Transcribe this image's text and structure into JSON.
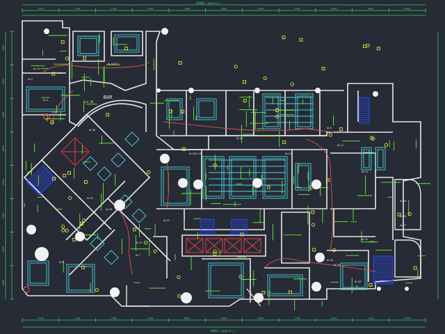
{
  "drawing": {
    "colors": {
      "background": "#262b35",
      "wall": "#e8e8e8",
      "dimension": "#2fd06a",
      "fixture_cyan": "#4fd6e0",
      "fixture_green": "#6af03a",
      "fixture_yellow": "#f0e040",
      "circuit_red": "#e85050",
      "hvac_blue": "#2a45e8",
      "hatch_red": "#c83a3a",
      "circle_white": "#f2f2f2"
    },
    "top_total": "40000 (approx.)",
    "bottom_total": "30000 (approx.)",
    "top_dims": [
      "4500",
      "5700",
      "1200",
      "6000",
      "7000",
      "3000",
      "5000",
      "3000",
      "4900",
      "3000",
      "4800"
    ],
    "bottom_dims": [
      "4200",
      "2100",
      "7000",
      "4300",
      "8000",
      "6000",
      "3000",
      "3700",
      "3500",
      "1700",
      "4700"
    ],
    "left_dims": [
      "3000",
      "3000",
      "3500",
      "3000",
      "6000",
      "4500",
      "4000",
      "5600"
    ],
    "room_labels": {
      "bar": "BAR",
      "bar_note": "3×4 AB"
    },
    "panel_tags": [
      "AL3",
      "AL4/AL1",
      "AL5",
      "AL13",
      "AL2",
      "AL3",
      "AL18/L19",
      "AL23",
      "AL21",
      "AL8",
      "AL6",
      "AL7",
      "AL35",
      "AL32",
      "AL10",
      "AL15",
      "AL12",
      "AL9",
      "AL11",
      "AL14",
      "AL16",
      "AL17",
      "AL22",
      "AL25",
      "AL26",
      "AL24",
      "AL29"
    ]
  }
}
